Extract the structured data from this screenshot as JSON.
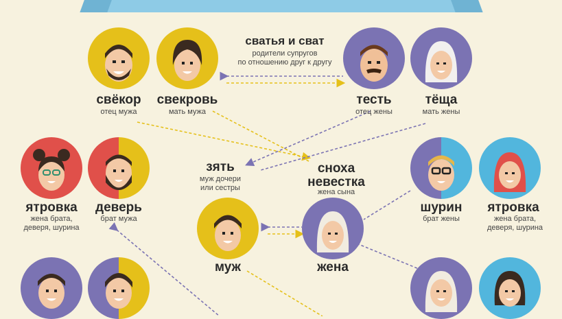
{
  "center": {
    "title": "сватья и сват",
    "desc": "родители супругов\nпо отношению друг к другу"
  },
  "persons": {
    "svekor": {
      "name": "свёкор",
      "desc": "отец мужа"
    },
    "svekrov": {
      "name": "свекровь",
      "desc": "мать мужа"
    },
    "test": {
      "name": "тесть",
      "desc": "отец жены"
    },
    "tescha": {
      "name": "тёща",
      "desc": "мать жены"
    },
    "yatrovka_left": {
      "name": "ятровка",
      "desc": "жена брата,\nдеверя, шурина"
    },
    "dever": {
      "name": "деверь",
      "desc": "брат мужа"
    },
    "zyat": {
      "name": "зять",
      "desc": "муж дочери\nили сестры"
    },
    "snokha": {
      "name": "сноха\nневестка",
      "desc": "жена сына"
    },
    "shurin": {
      "name": "шурин",
      "desc": "брат жены"
    },
    "yatrovka_right": {
      "name": "ятровка",
      "desc": "жена брата,\nдеверя, шурина"
    },
    "muzh": {
      "name": "муж"
    },
    "zhena": {
      "name": "жена"
    }
  },
  "colors": {
    "yellow": "#e5c01a",
    "purple": "#7b73b3",
    "red": "#e0504a",
    "blue": "#52b6dd",
    "background": "#f7f2df"
  }
}
